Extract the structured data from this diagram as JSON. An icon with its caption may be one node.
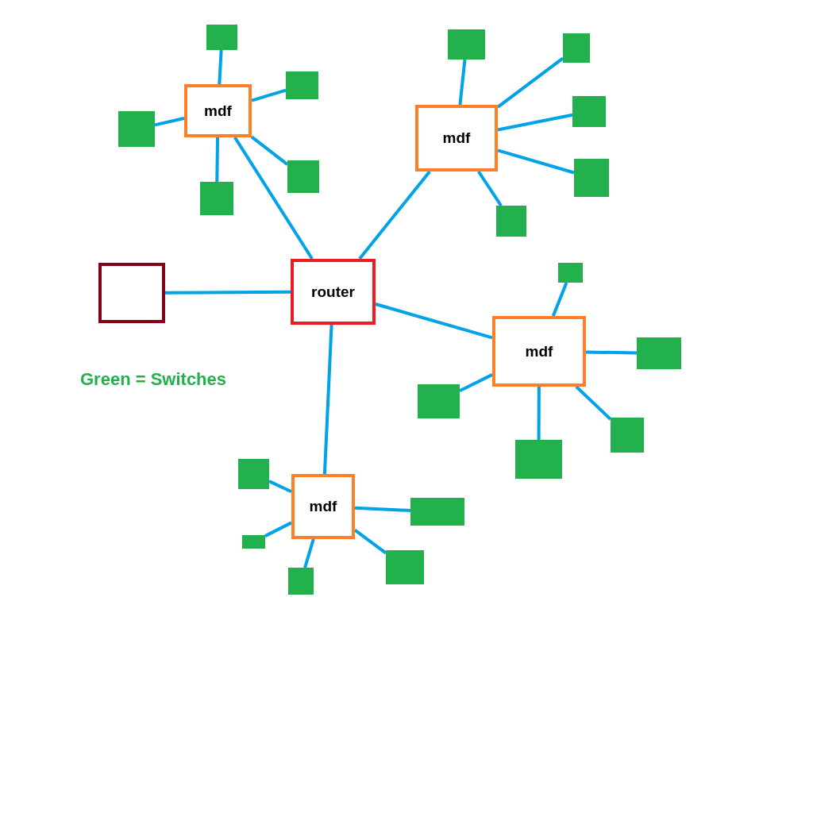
{
  "diagram": {
    "nodes": [
      {
        "text": [
          "router"
        ]
      },
      {
        "text": [
          "mdf"
        ]
      },
      {
        "text": [
          "mdf"
        ]
      },
      {
        "text": [
          "mdf"
        ]
      },
      {
        "text": [
          "mdf"
        ]
      },
      {
        "text": [],
        "shape": "box"
      },
      {
        "text": [],
        "shape": "box"
      },
      {
        "text": [],
        "shape": "box"
      },
      {
        "text": [],
        "shape": "box"
      },
      {
        "text": [],
        "shape": "box"
      },
      {
        "text": [],
        "shape": "box"
      },
      {
        "text": [],
        "shape": "box"
      },
      {
        "text": [],
        "shape": "box"
      },
      {
        "text": [],
        "shape": "box"
      },
      {
        "text": [],
        "shape": "box"
      },
      {
        "text": [],
        "shape": "box"
      },
      {
        "text": [],
        "shape": "box"
      },
      {
        "text": [],
        "shape": "box"
      },
      {
        "text": [],
        "shape": "box"
      },
      {
        "text": [],
        "shape": "box"
      },
      {
        "text": [],
        "shape": "box"
      },
      {
        "text": [],
        "shape": "box"
      },
      {
        "text": [],
        "shape": "box"
      },
      {
        "text": [],
        "shape": "box"
      },
      {
        "text": [],
        "shape": "box"
      },
      {
        "text": [],
        "shape": "box"
      }
    ],
    "edges": [
      {
        "from": 0,
        "to": 1,
        "arrow": "none"
      },
      {
        "from": 0,
        "to": 2,
        "arrow": "none"
      },
      {
        "from": 0,
        "to": 3,
        "arrow": "none"
      },
      {
        "from": 0,
        "to": 4,
        "arrow": "none"
      },
      {
        "from": 5,
        "to": 0,
        "arrow": "none"
      },
      {
        "from": 1,
        "to": 6,
        "arrow": "none"
      },
      {
        "from": 1,
        "to": 7,
        "arrow": "none"
      },
      {
        "from": 1,
        "to": 8,
        "arrow": "none"
      },
      {
        "from": 1,
        "to": 9,
        "arrow": "none"
      },
      {
        "from": 1,
        "to": 10,
        "arrow": "none"
      },
      {
        "from": 2,
        "to": 11,
        "arrow": "none"
      },
      {
        "from": 2,
        "to": 12,
        "arrow": "none"
      },
      {
        "from": 2,
        "to": 13,
        "arrow": "none"
      },
      {
        "from": 2,
        "to": 14,
        "arrow": "none"
      },
      {
        "from": 2,
        "to": 15,
        "arrow": "none"
      },
      {
        "from": 3,
        "to": 16,
        "arrow": "none"
      },
      {
        "from": 3,
        "to": 17,
        "arrow": "none"
      },
      {
        "from": 3,
        "to": 18,
        "arrow": "none"
      },
      {
        "from": 3,
        "to": 19,
        "arrow": "none"
      },
      {
        "from": 3,
        "to": 20,
        "arrow": "none"
      },
      {
        "from": 4,
        "to": 21,
        "arrow": "none"
      },
      {
        "from": 4,
        "to": 22,
        "arrow": "none"
      },
      {
        "from": 4,
        "to": 23,
        "arrow": "none"
      },
      {
        "from": 4,
        "to": 24,
        "arrow": "none"
      },
      {
        "from": 4,
        "to": 25,
        "arrow": "none"
      }
    ],
    "labels": [
      "Green = Switches"
    ]
  }
}
